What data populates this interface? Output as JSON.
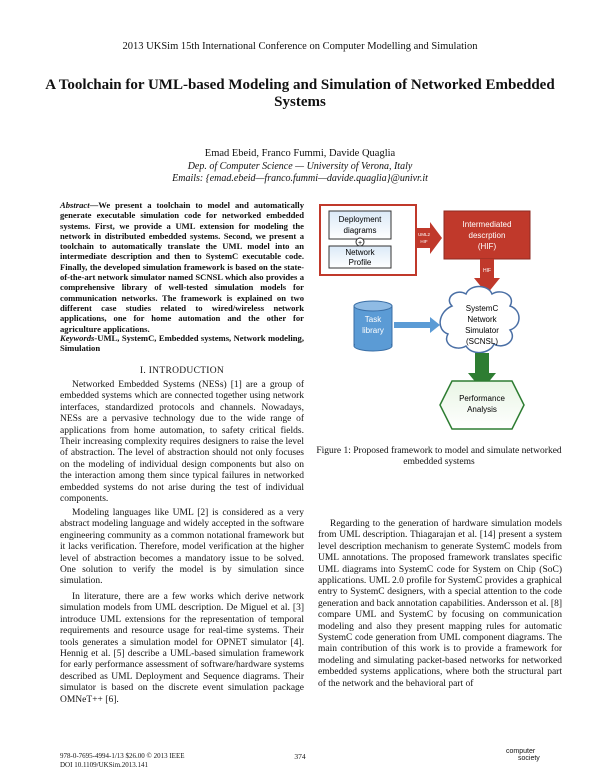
{
  "header": {
    "conference": "2013 UKSim 15th International Conference on Computer Modelling and Simulation"
  },
  "paper": {
    "title_line1": "A Toolchain for UML-based Modeling and Simulation of Networked Embedded",
    "title_line2": "Systems",
    "authors": "Emad Ebeid, Franco Fummi, Davide Quaglia",
    "affiliation": "Dep. of Computer Science — University of Verona, Italy",
    "emails": "Emails: {emad.ebeid—franco.fummi—davide.quaglia}@univr.it"
  },
  "abstract": {
    "label": "Abstract",
    "text": "—We present a toolchain to model and automatically generate executable simulation code for networked embedded systems. First, we provide a UML extension for modeling the network in distributed embedded systems. Second, we present a toolchain to automatically translate the UML model into an intermediate description and then to SystemC executable code. Finally, the developed simulation framework is based on the state-of-the-art network simulator named SCNSL which also provides a comprehensive library of well-tested simulation models for communication networks. The framework is explained on two different case studies related to wired/wireless network applications, one for home automation and the other for agriculture applications."
  },
  "keywords": {
    "label": "Keywords",
    "text": "-UML, SystemC, Embedded systems, Network modeling, Simulation"
  },
  "section1": {
    "heading": "I. INTRODUCTION"
  },
  "body": {
    "p1": "Networked Embedded Systems (NESs) [1] are a group of embedded systems which are connected together using network interfaces, standardized protocols and channels. Nowadays, NESs are a pervasive technology due to the wide range of applications from home automation, to safety critical fields. Their increasing complexity requires designers to raise the level of abstraction. The level of abstraction should not only focuses on the modeling of individual design components but also on the interaction among them since typical failures in networked embedded systems do not arise during the test of individual components.",
    "p2": "Modeling languages like UML [2] is considered as a very abstract modeling language and widely accepted in the software engineering community as a common notational framework but it lacks verification. Therefore, model verification at the higher level of abstraction becomes a mandatory issue to be solved. One solution to verify the model is by simulation since simulation.",
    "p3": "In literature, there are a few works which derive network simulation models from UML description. De Miguel et al. [3] introduce UML extensions for the representation of temporal requirements and resource usage for real-time systems. Their tools generates a simulation model for OPNET simulator [4]. Hennig et al. [5] describe a UML-based simulation framework for early performance assessment of software/hardware systems described as UML Deployment and Sequence diagrams. Their simulator is based on the discrete event simulation package OMNeT++ [6].",
    "p4": "Regarding to the generation of hardware simulation models from UML description. Thiagarajan et al. [14] present a system level description mechanism to generate SystemC models from UML annotations. The proposed framework translates specific UML diagrams into SystemC code for System on Chip (SoC) applications. UML 2.0 profile for SystemC provides a graphical entry to SystemC designers, with a special attention to the code generation and back annotation capabilities. Andersson et al. [8] compare UML and SystemC by focusing on communication modeling and also they present mapping rules for automatic SystemC code generation from UML component diagrams. The main contribution of this work is to provide a framework for modeling and simulating packet-based networks for networked embedded systems applications, where both the structural part of the network and the behavioral part of"
  },
  "figure": {
    "caption": "Figure 1: Proposed framework to model and simulate networked embedded systems",
    "deployment_line1": "Deployment",
    "deployment_line2": "diagrams",
    "plus": "+",
    "network_line1": "Network",
    "network_line2": "Profile",
    "arrow_label1": "UML2",
    "arrow_label2": "HIF",
    "intermediate_line1": "Intermediated",
    "intermediate_line2": "descrption",
    "intermediate_line3": "(HIF)",
    "hif_arrow_label": "HIF",
    "task_line1": "Task",
    "task_line2": "library",
    "systemc_line1": "SystemC",
    "systemc_line2": "Network",
    "systemc_line3": "Simulator",
    "systemc_line4": "(SCNSL)",
    "performance_line1": "Performance",
    "performance_line2": "Analysis",
    "colors": {
      "red_box": "#c0392b",
      "blue": "#5b9bd5",
      "green": "#2e7d32",
      "cloud_border": "#4a6fa5"
    }
  },
  "footer": {
    "isbn": "978-0-7695-4994-1/13 $26.00 © 2013 IEEE",
    "doi": "DOI 10.1109/UKSim.2013.141",
    "page": "374",
    "logo_line1": "computer",
    "logo_line2": "society"
  }
}
